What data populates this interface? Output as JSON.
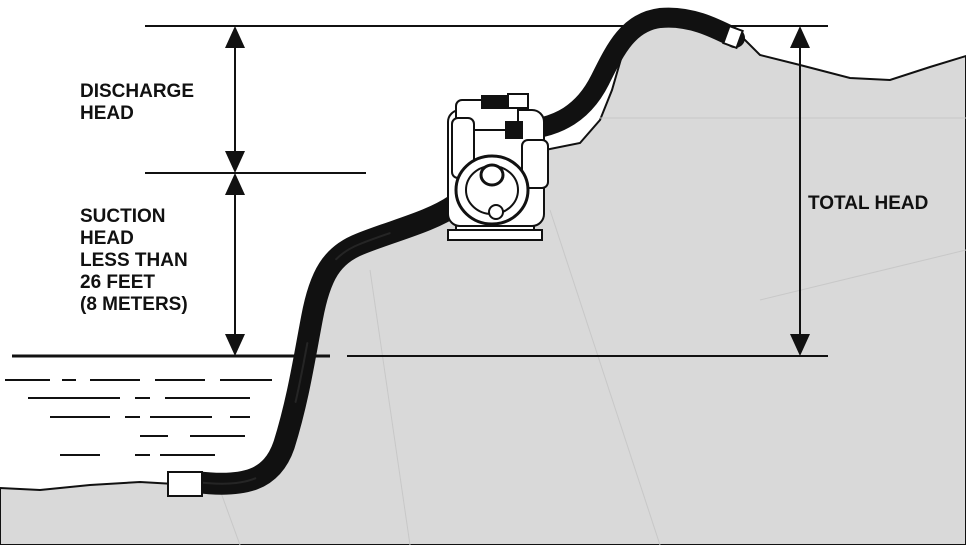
{
  "labels": {
    "discharge_head": [
      "DISCHARGE",
      "HEAD"
    ],
    "suction_head": [
      "SUCTION",
      "HEAD",
      "LESS THAN",
      "26 FEET",
      "(8 METERS)"
    ],
    "total_head": "TOTAL HEAD"
  },
  "colors": {
    "ground": "#d9d9d9",
    "ink": "#111111",
    "hose": "#111111",
    "water_lines": "#111111",
    "background": "#ffffff"
  }
}
